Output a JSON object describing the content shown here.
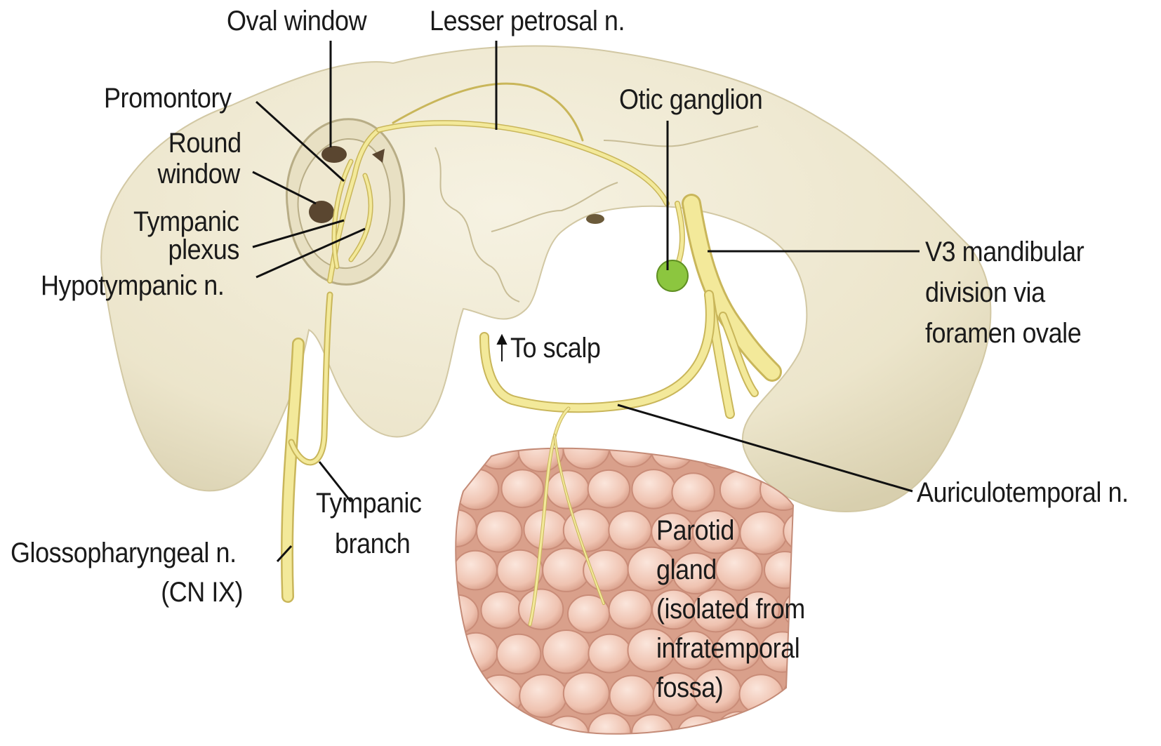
{
  "diagram": {
    "labels": {
      "oval_window": "Oval window",
      "lesser_petrosal": "Lesser petrosal n.",
      "promontory": "Promontory",
      "round_window": [
        "Round",
        "window"
      ],
      "tympanic_plexus": [
        "Tympanic",
        "plexus"
      ],
      "hypotympanic": "Hypotympanic n.",
      "otic_ganglion": "Otic ganglion",
      "v3_mandibular": [
        "V3 mandibular",
        "division via",
        "foramen ovale"
      ],
      "to_scalp": "To scalp",
      "auriculotemporal": "Auriculotemporal n.",
      "tympanic_branch": [
        "Tympanic",
        "branch"
      ],
      "glossopharyngeal": [
        "Glossopharyngeal n.",
        "(CN IX)"
      ],
      "parotid_gland": [
        "Parotid",
        "gland",
        "(isolated from",
        "infratemporal",
        "fossa)"
      ]
    },
    "colors": {
      "bone": "#efe9d2",
      "bone_shadow": "#d9d0b0",
      "nerve": "#f3e99a",
      "nerve_edge": "#c9b65a",
      "ganglion": "#8cc63f",
      "gland": "#eec3b3",
      "gland_edge": "#c98c78",
      "leader": "#111111"
    }
  }
}
